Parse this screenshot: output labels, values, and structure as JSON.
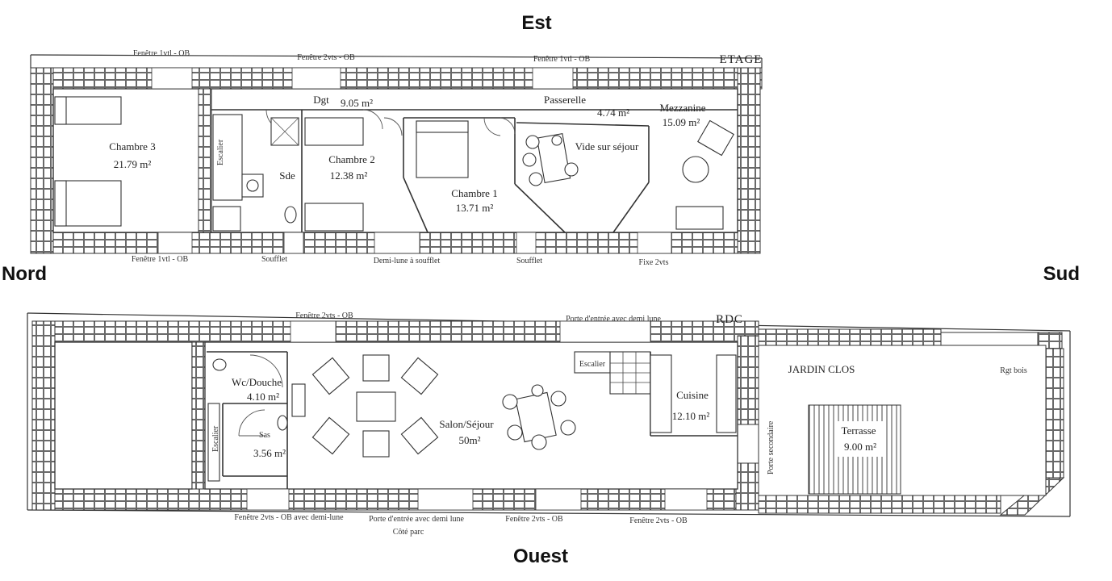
{
  "compass": {
    "north": "Nord",
    "south": "Sud",
    "east": "Est",
    "west": "Ouest"
  },
  "floors": {
    "upper": {
      "title": "ETAGE",
      "rooms": {
        "chambre3": {
          "name": "Chambre 3",
          "area": "21.79 m²"
        },
        "dgt": {
          "name": "Dgt",
          "area": "9.05 m²"
        },
        "passerelle": {
          "name": "Passerelle",
          "area": "4.74 m²"
        },
        "mezzanine": {
          "name": "Mezzanine",
          "area": "15.09 m²"
        },
        "chambre2": {
          "name": "Chambre 2",
          "area": "12.38 m²"
        },
        "sde": {
          "name": "Sde"
        },
        "chambre1": {
          "name": "Chambre 1",
          "area": "13.71 m²"
        },
        "vide": {
          "name": "Vide sur séjour"
        },
        "escalier": {
          "name": "Escalier"
        }
      },
      "labels": {
        "top_window_1": "Fenêtre 1vtl - OB",
        "top_window_2": "Fenêtre 2vts - OB",
        "top_window_3": "Fenêtre 1vtl - OB",
        "bottom_window_1": "Fenêtre 1vtl - OB",
        "soufflet_1": "Soufflet",
        "demi_lune": "Demi-lune à soufflet",
        "soufflet_2": "Soufflet",
        "fixe": "Fixe 2vts"
      }
    },
    "ground": {
      "title": "RDC",
      "rooms": {
        "wc": {
          "name": "Wc/Douche",
          "area": "4.10 m²"
        },
        "sas": {
          "name": "Sas",
          "area": "3.56 m²"
        },
        "salon": {
          "name": "Salon/Séjour",
          "area": "50m²"
        },
        "escalier": {
          "name": "Escalier"
        },
        "escalier_left": {
          "name": "Escalier"
        },
        "cuisine": {
          "name": "Cuisine",
          "area": "12.10 m²"
        },
        "jardin": {
          "name": "JARDIN CLOS"
        },
        "terrasse": {
          "name": "Terrasse",
          "area": "9.00 m²"
        },
        "rgt": {
          "name": "Rgt bois"
        }
      },
      "labels": {
        "top_window": "Fenêtre 2vts - OB",
        "top_door": "Porte d'entrée avec demi lune",
        "porte_secondaire": "Porte secondaire",
        "bottom_1": "Fenêtre 2vts - OB avec demi-lune",
        "bottom_2": "Porte d'entrée avec demi lune",
        "bottom_2b": "Côté parc",
        "bottom_3": "Fenêtre 2vts - OB",
        "bottom_4": "Fenêtre 2vts - OB"
      }
    }
  }
}
